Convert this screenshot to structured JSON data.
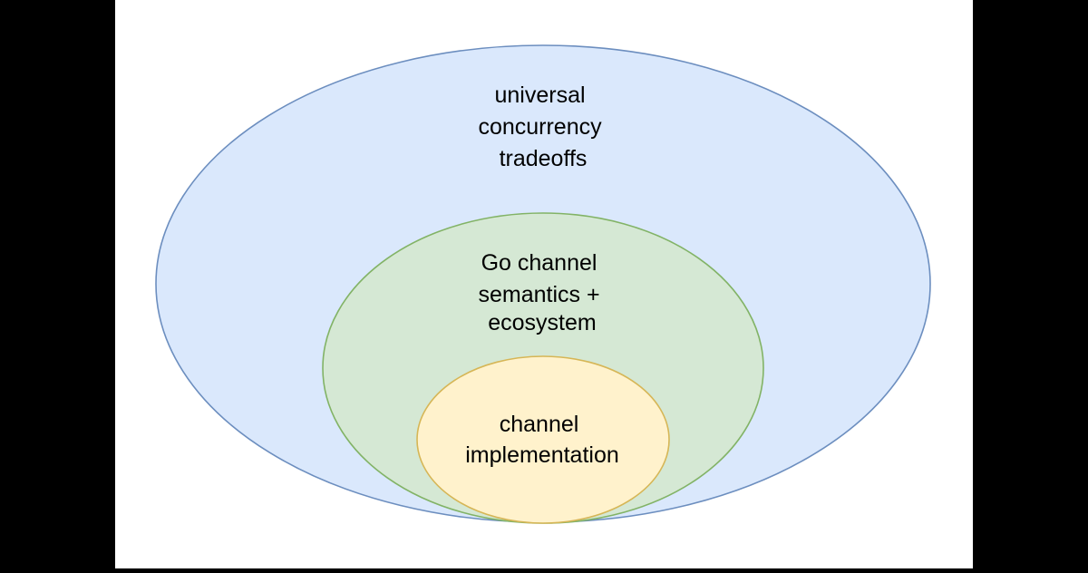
{
  "diagram": {
    "outer": {
      "label_lines": [
        "universal",
        "concurrency",
        "tradeoffs"
      ],
      "fill": "#dae8fc",
      "stroke": "#6c8ebf"
    },
    "middle": {
      "label_lines": [
        "Go channel",
        "semantics +",
        "ecosystem"
      ],
      "fill": "#d5e8d4",
      "stroke": "#82b366"
    },
    "inner": {
      "label_lines": [
        "channel",
        "implementation"
      ],
      "fill": "#fff2cc",
      "stroke": "#d6b656"
    }
  },
  "colors": {
    "page_background": "#ffffff",
    "side_bars": "#000000"
  }
}
